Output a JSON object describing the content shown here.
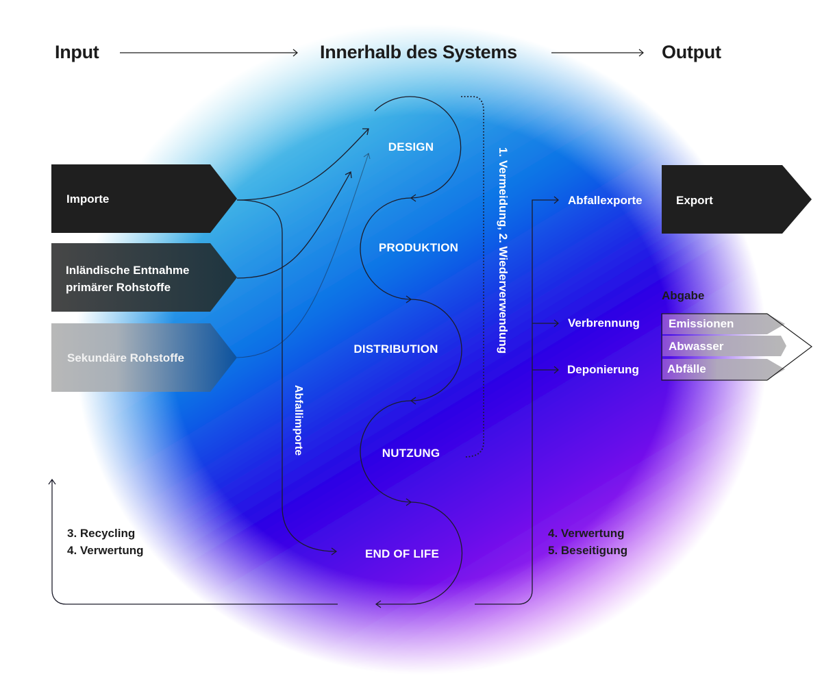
{
  "header": {
    "input": "Input",
    "system": "Innerhalb des Systems",
    "output": "Output"
  },
  "inputs": [
    {
      "label_lines": [
        "Importe"
      ],
      "fill": "#1f1f1f"
    },
    {
      "label_lines": [
        "Inländische Entnahme",
        "primärer Rohstoffe"
      ],
      "fill": "#444444"
    },
    {
      "label_lines": [
        "Sekundäre Rohstoffe"
      ],
      "fill": "#b4b4b4"
    }
  ],
  "stages": [
    "DESIGN",
    "PRODUKTION",
    "DISTRIBUTION",
    "NUTZUNG",
    "END OF LIFE"
  ],
  "loop_label": "1. Vermeidung, 2. Wiederverwendung",
  "waste_imports_label": "Abfallimporte",
  "recycling": [
    "3. Recycling",
    "4. Verwertung"
  ],
  "disposal": [
    "4. Verwertung",
    "5. Beseitigung"
  ],
  "outputs": {
    "waste_exports": "Abfallexporte",
    "incineration": "Verbrennung",
    "landfill": "Deponierung",
    "export_box": "Export",
    "release_title": "Abgabe",
    "release_items": [
      "Emissionen",
      "Abwasser",
      "Abfälle"
    ]
  },
  "colors": {
    "text_dark": "#1c1c1c",
    "blob_cyan": "#8fdcec",
    "blob_blue": "#0a7ee6",
    "blob_deep": "#3300e6",
    "blob_purple": "#b237f5",
    "line": "#1c1c2a"
  }
}
